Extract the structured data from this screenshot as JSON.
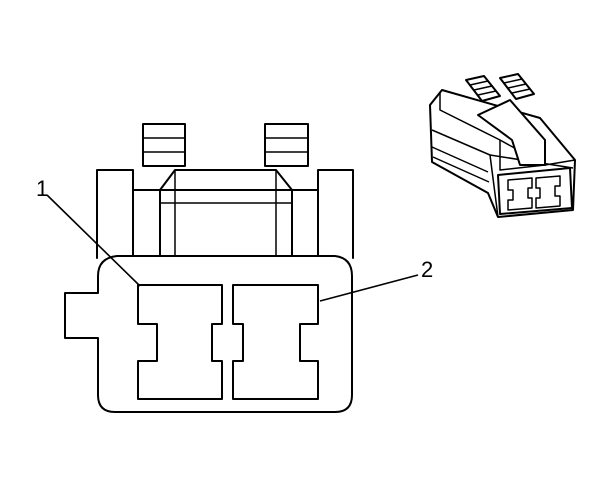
{
  "diagram": {
    "callouts": [
      {
        "id": "1",
        "label": "1"
      },
      {
        "id": "2",
        "label": "2"
      }
    ],
    "views": [
      "connector-end-view",
      "connector-isometric-view"
    ],
    "line_color": "#000000",
    "background_color": "#ffffff"
  }
}
